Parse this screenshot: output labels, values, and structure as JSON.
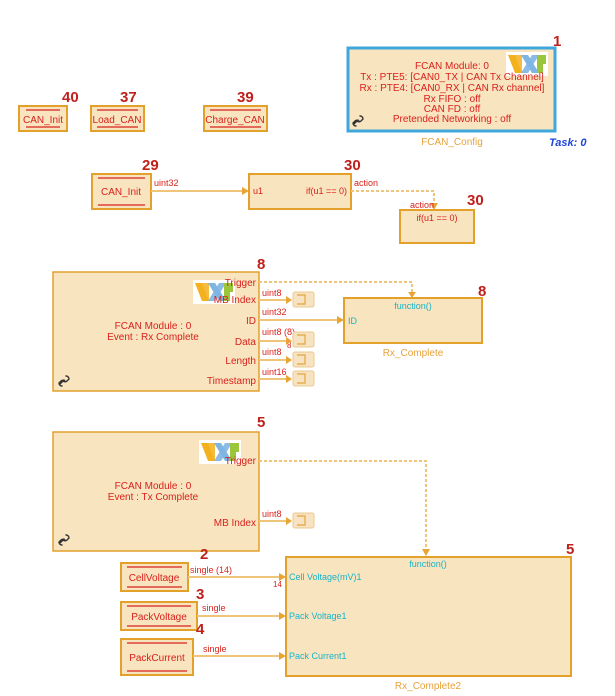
{
  "blocks": {
    "can_init_top": {
      "label": "CAN_Init",
      "priority": "40"
    },
    "load_can": {
      "label": "Load_CAN",
      "priority": "37"
    },
    "charge_can": {
      "label": "Charge_CAN",
      "priority": "39"
    },
    "fcan_config": {
      "priority": "1",
      "lines": [
        "FCAN Module: 0",
        "Tx : PTE5: [CAN0_TX | CAN Tx Channel]",
        "Rx : PTE4: [CAN0_RX | CAN Rx channel]",
        "Rx FIFO : off",
        "CAN FD : off",
        "Pretended Networking : off"
      ],
      "caption": "FCAN_Config"
    },
    "task": "Task: 0",
    "can_init_mid": {
      "label": "CAN_Init",
      "priority": "29",
      "out_type": "uint32"
    },
    "if_block_1": {
      "priority": "30",
      "in_port": "u1",
      "condition": "if(u1 == 0)",
      "out_label": "action"
    },
    "if_action_1": {
      "priority": "30",
      "in_label": "action",
      "body": "if(u1 == 0)"
    },
    "rx_isr": {
      "priority": "8",
      "lines": [
        "FCAN Module : 0",
        "Event : Rx Complete"
      ],
      "ports": [
        "Trigger",
        "MB Index",
        "ID",
        "Data",
        "Length",
        "Timestamp"
      ],
      "types": [
        "uint8",
        "uint32",
        "uint8 (8)",
        "8",
        "uint8",
        "uint16"
      ]
    },
    "rx_complete": {
      "priority": "8",
      "title": "function()",
      "in_port": "ID",
      "caption": "Rx_Complete"
    },
    "tx_isr": {
      "priority": "5",
      "lines": [
        "FCAN Module : 0",
        "Event : Tx Complete"
      ],
      "ports": [
        "Trigger",
        "MB Index"
      ],
      "types": [
        "uint8"
      ]
    },
    "cell_voltage": {
      "label": "CellVoltage",
      "priority": "2",
      "out_type": "single (14)",
      "width": "14"
    },
    "pack_voltage": {
      "label": "PackVoltage",
      "priority": "3",
      "out_type": "single"
    },
    "pack_current": {
      "label": "PackCurrent",
      "priority": "4",
      "out_type": "single"
    },
    "rx_complete2": {
      "priority": "5",
      "title": "function()",
      "ports": [
        "Cell Voltage(mV)1",
        "Pack Voltage1",
        "Pack Current1"
      ],
      "caption": "Rx_Complete2"
    }
  }
}
